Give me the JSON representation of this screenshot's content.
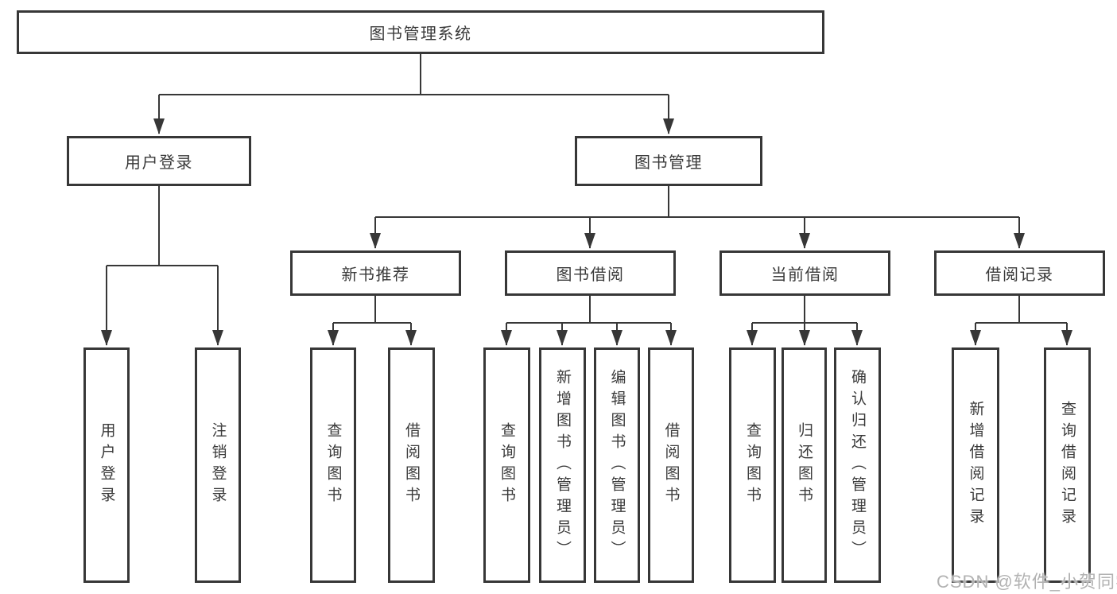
{
  "diagram": {
    "watermark": "CSDN @软件_小贺同学",
    "colors": {
      "line": "#373737",
      "text": "#3a3a3a",
      "box_background": "#ffffff",
      "watermark": "#b2b2b2"
    },
    "tree": {
      "root": {
        "label": "图书管理系统"
      },
      "branches": [
        {
          "label": "用户登录",
          "children": [
            {
              "label": "用户登录"
            },
            {
              "label": "注销登录"
            }
          ]
        },
        {
          "label": "图书管理",
          "children": [
            {
              "label": "新书推荐",
              "children": [
                {
                  "label": "查询图书"
                },
                {
                  "label": "借阅图书"
                }
              ]
            },
            {
              "label": "图书借阅",
              "children": [
                {
                  "label": "查询图书"
                },
                {
                  "label": "新增图书（管理员）"
                },
                {
                  "label": "编辑图书（管理员）"
                },
                {
                  "label": "借阅图书"
                }
              ]
            },
            {
              "label": "当前借阅",
              "children": [
                {
                  "label": "查询图书"
                },
                {
                  "label": "归还图书"
                },
                {
                  "label": "确认归还（管理员）"
                }
              ]
            },
            {
              "label": "借阅记录",
              "children": [
                {
                  "label": "新增借阅记录"
                },
                {
                  "label": "查询借阅记录"
                }
              ]
            }
          ]
        }
      ]
    }
  }
}
